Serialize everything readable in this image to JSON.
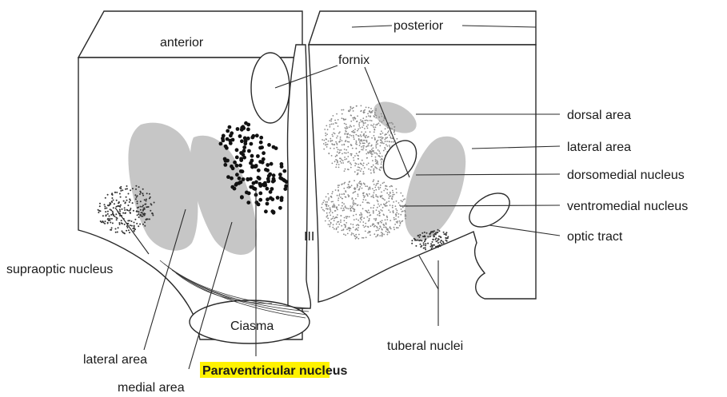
{
  "orientation": {
    "anterior": "anterior",
    "posterior": "posterior"
  },
  "labels": {
    "fornix": "fornix",
    "dorsal_area": "dorsal area",
    "lateral_area_right": "lateral area",
    "dorsomedial_nucleus": "dorsomedial nucleus",
    "ventromedial_nucleus": "ventromedial nucleus",
    "optic_tract": "optic tract",
    "third_ventricle": "III",
    "supraoptic_nucleus": "supraoptic nucleus",
    "ciasma": "Ciasma",
    "tuberal_nuclei": "tuberal nuclei",
    "lateral_area_left": "lateral area",
    "paraventricular_nucleus": "Paraventricular nucleus",
    "medial_area": "medial area"
  },
  "colors": {
    "line": "#2a2a2a",
    "region_fill": "#c6c6c6",
    "dot_dark": "#111111",
    "dot_light": "#8a8a8a",
    "highlight": "#fff200"
  }
}
